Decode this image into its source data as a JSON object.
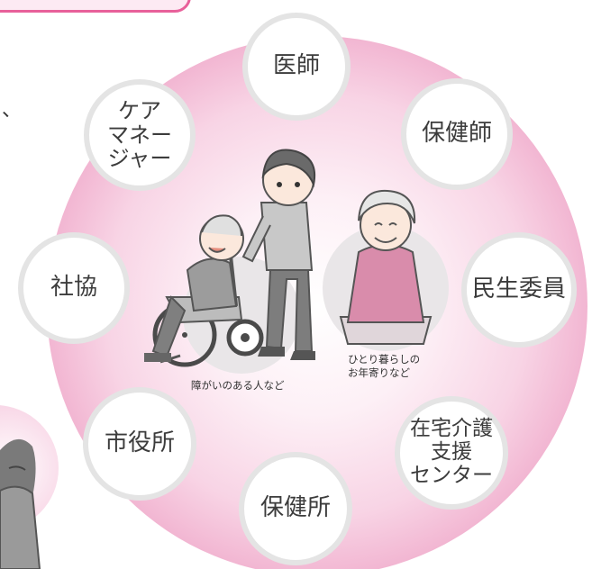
{
  "colors": {
    "accent_pink": "#e8609a",
    "circle_outer": "#f6c3dc",
    "circle_inner": "#ffffff",
    "node_border": "#e4e4e4"
  },
  "header": {
    "tab_label": ""
  },
  "margin_text": {
    "comma": "、"
  },
  "nodes": {
    "doctor": "医師",
    "public_health_nurse": "保健師",
    "welfare_commissioner": "民生委員",
    "home_care_support_center": "在宅介護\n支援\nセンター",
    "health_center": "保健所",
    "city_hall": "市役所",
    "social_welfare_council": "社協",
    "care_manager": "ケア\nマネー\nジャー"
  },
  "captions": {
    "disabled_people": "障がいのある人など",
    "elderly_living_alone": "ひとり暮らしの\nお年寄りなど"
  }
}
